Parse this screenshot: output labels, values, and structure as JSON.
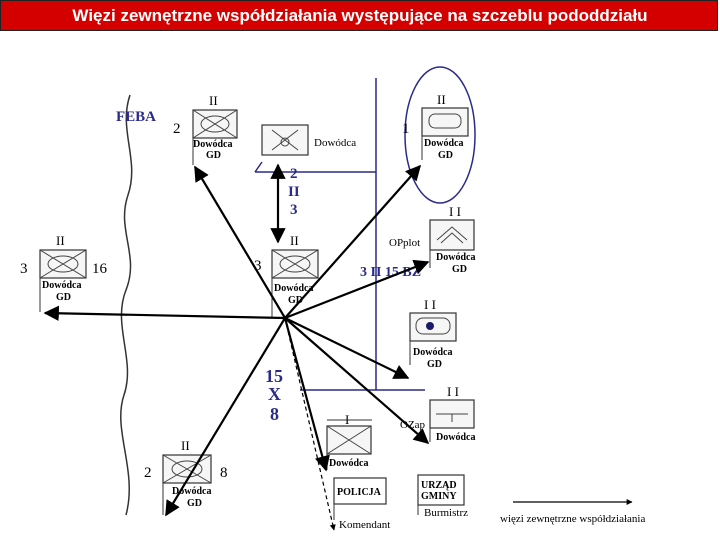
{
  "title": "Więzi zewnętrzne współdziałania występujące na szczeblu pododdziału",
  "feba_label": "FEBA",
  "units": {
    "top_left": {
      "echelon": "II",
      "number_left": "2",
      "caption_1": "Dowódca",
      "caption_2": "GD"
    },
    "top_center": {
      "caption_1": "Dowódca"
    },
    "top_right": {
      "echelon": "II",
      "number_left": "1",
      "caption_1": "Dowódca",
      "caption_2": "GD"
    },
    "mid_left": {
      "echelon": "II",
      "number_left": "3",
      "number_right": "16",
      "caption_1": "Dowódca",
      "caption_2": "GD"
    },
    "center": {
      "echelon": "II",
      "number_left": "3",
      "caption_1": "Dowódca",
      "caption_2": "GD"
    },
    "opplot": {
      "echelon": "I I",
      "caption_label": "OPplot",
      "caption_1": "Dowódca",
      "caption_2": "GD"
    },
    "right_dot": {
      "echelon": "I I",
      "caption_1": "Dowódca",
      "caption_2": "GD"
    },
    "ozap": {
      "echelon": "I I",
      "caption_label": "OZap",
      "caption_1": "Dowódca"
    },
    "small_center": {
      "echelon": "I",
      "caption_1": "Dowódca"
    },
    "bottom_left": {
      "echelon": "II",
      "number_left": "2",
      "number_right": "8",
      "caption_1": "Dowódca",
      "caption_2": "GD"
    }
  },
  "labels": {
    "vertical_2": "2",
    "vertical_II": "II",
    "vertical_3": "3",
    "bz_label": "3 II 15 BZ",
    "stack_15": "15",
    "stack_X": "X",
    "stack_8": "8",
    "policja": "POLICJA",
    "komendant": "Komendant",
    "urzad_1": "URZĄD",
    "urzad_2": "GMINY",
    "burmistrz": "Burmistrz"
  },
  "legend": {
    "text": "więzi zewnętrzne współdziałania"
  }
}
